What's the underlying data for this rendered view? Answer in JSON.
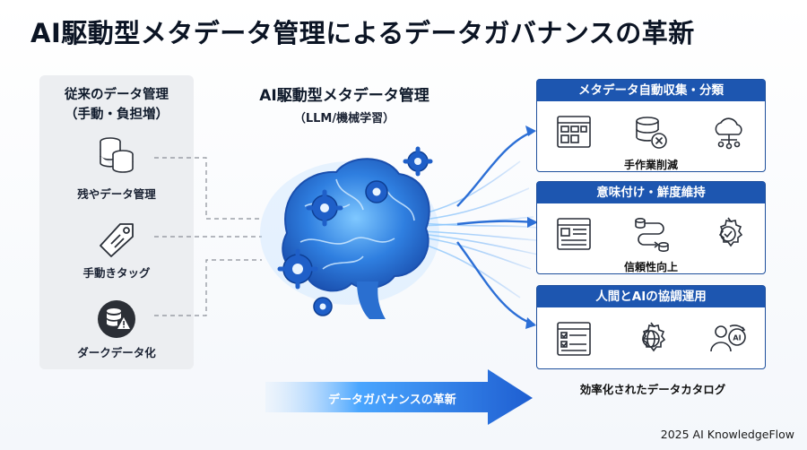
{
  "title": "AI駆動型メタデータ管理によるデータガバナンスの革新",
  "left_panel": {
    "title_line1": "従来のデータ管理",
    "title_line2": "（手動・負担増）",
    "items": [
      {
        "label": "残やデータ管理",
        "icon": "database-stack-icon"
      },
      {
        "label": "手動きタッグ",
        "icon": "tag-icon"
      },
      {
        "label": "ダークデータ化",
        "icon": "database-warning-icon"
      }
    ]
  },
  "center": {
    "title": "AI駆動型メタデータ管理",
    "subtitle": "（LLM/機械学習）"
  },
  "cards": [
    {
      "header": "メタデータ自動収集・分類",
      "caption": "手作業削減",
      "icons": [
        "dashboard-grid-icon",
        "database-remove-icon",
        "cloud-network-icon"
      ]
    },
    {
      "header": "意味付け・鮮度維持",
      "caption": "信頼性向上",
      "icons": [
        "document-list-icon",
        "data-flow-icon",
        "gear-check-icon"
      ]
    },
    {
      "header": "人間とAIの協調運用",
      "caption": "",
      "icons": [
        "checklist-icon",
        "globe-gear-icon",
        "user-ai-icon"
      ]
    }
  ],
  "bottom": {
    "arrow_label": "データガバナンスの革新",
    "catalog_label": "効率化されたデータカタログ",
    "footer": "2025 AI KnowledgeFlow"
  },
  "colors": {
    "brand_blue": "#1d56b0",
    "glow_blue": "#3aa0ff"
  }
}
